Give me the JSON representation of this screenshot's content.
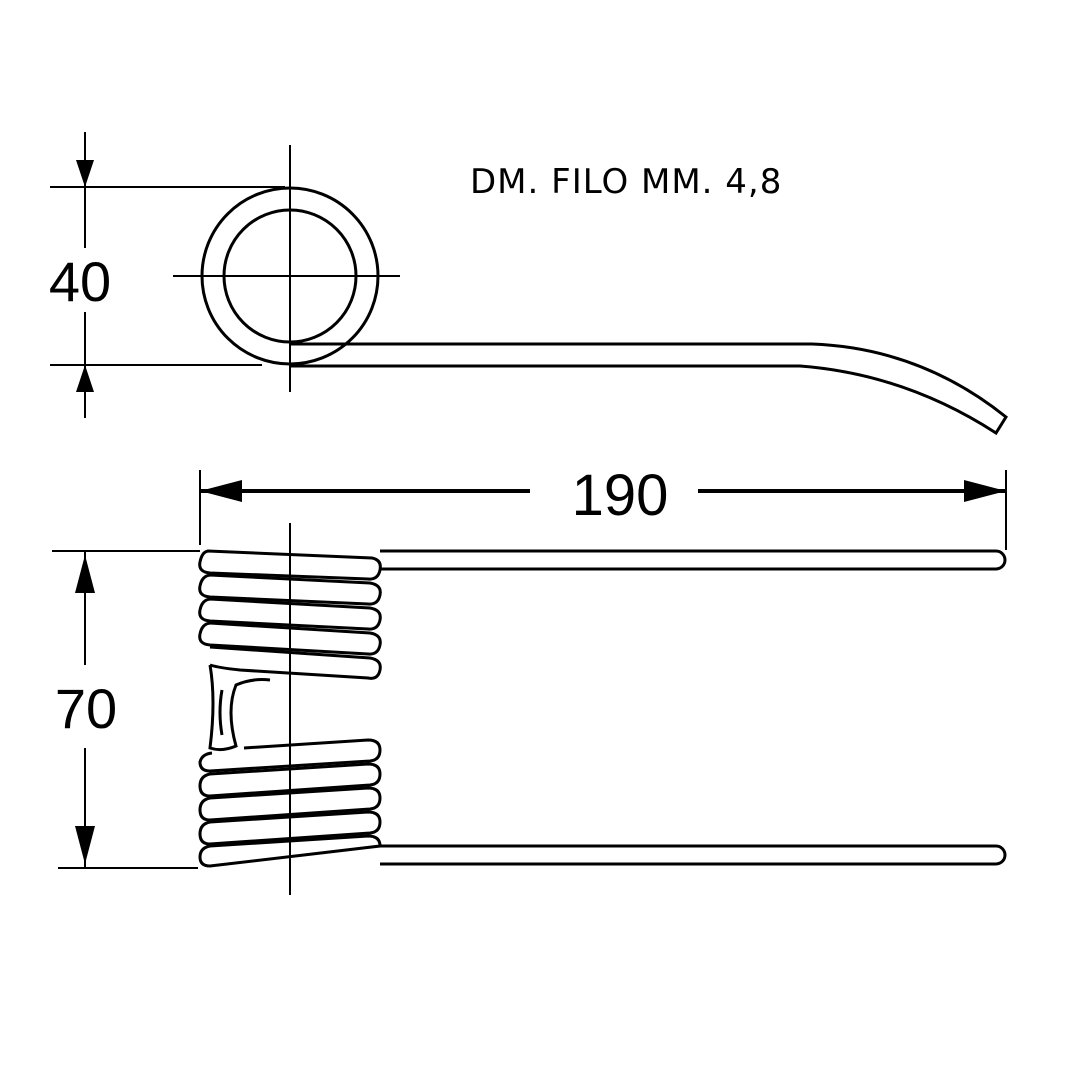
{
  "note": "DM. FILO MM. 4,8",
  "dimensions": {
    "coil_diameter": "40",
    "tine_length": "190",
    "spring_width": "70"
  },
  "colors": {
    "ink": "#000000",
    "background": "#ffffff"
  }
}
